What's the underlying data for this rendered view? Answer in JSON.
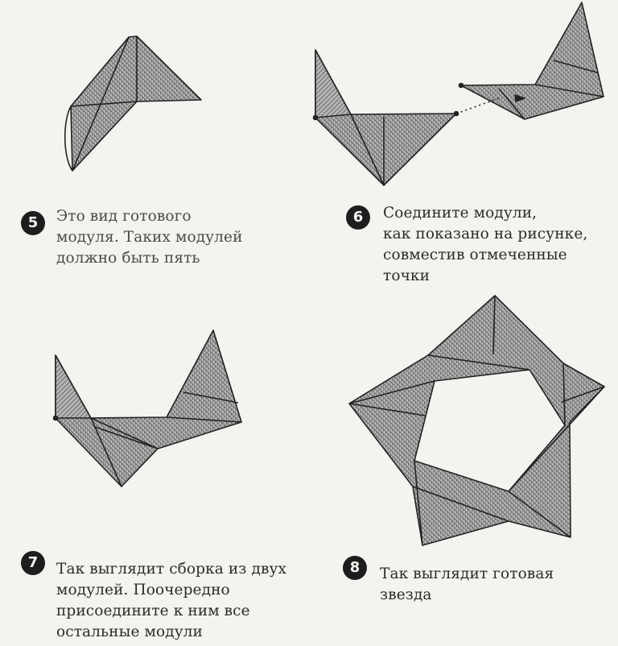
{
  "colors": {
    "paper": "#f4f3ef",
    "ink": "#2b2b2b",
    "badge": "#1d1d1d",
    "module_fill": "#9a9a9a"
  },
  "steps": [
    {
      "number": "5",
      "text": "Это вид готового\nмодуля. Таких модулей\nдолжно быть пять"
    },
    {
      "number": "6",
      "text": "Соедините модули,\nкак показано на рисунке,\nсовместив отмеченные\nточки"
    },
    {
      "number": "7",
      "text": "Так выглядит сборка из двух\nмодулей. Поочередно\nприсоедините к ним все\nостальные модули"
    },
    {
      "number": "8",
      "text": "Так выглядит готовая\nзвезда"
    }
  ]
}
